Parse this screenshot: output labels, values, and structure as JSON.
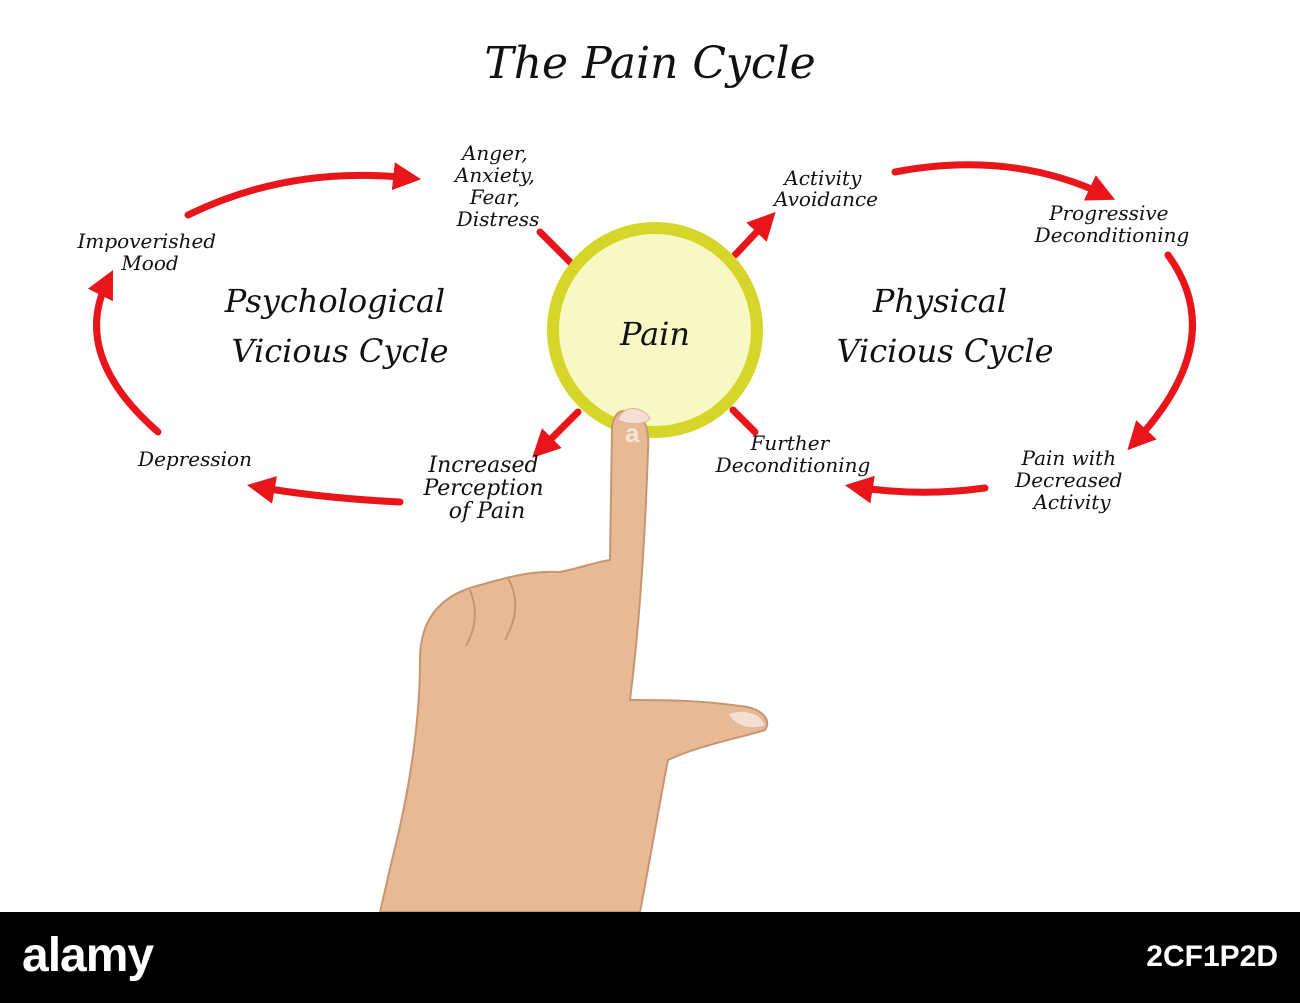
{
  "diagram": {
    "title": "The Pain Cycle",
    "center": "Pain",
    "left_cycle": [
      "Psychological",
      "Vicious Cycle"
    ],
    "right_cycle": [
      "Physical",
      "Vicious Cycle"
    ],
    "nodes": {
      "anger": [
        "Anger,",
        "Anxiety,",
        "Fear,",
        "Distress"
      ],
      "impoverished": [
        "Impoverished",
        "Mood"
      ],
      "depression": [
        "Depression"
      ],
      "increased": [
        "Increased",
        "Perception",
        "of Pain"
      ],
      "activity": [
        "Activity",
        "Avoidance"
      ],
      "progressive": [
        "Progressive",
        "Deconditioning"
      ],
      "pain_with": [
        "Pain with",
        "Decreased",
        "Activity"
      ],
      "further": [
        "Further",
        "Deconditioning"
      ]
    }
  },
  "colors": {
    "arrow": "#e8161b",
    "circle_ring": "#d6d62a",
    "circle_fill": "#f7f8c4",
    "text": "#111111"
  },
  "footer": {
    "brand": "alamy",
    "image_id": "2CF1P2D",
    "watermark": "a"
  }
}
